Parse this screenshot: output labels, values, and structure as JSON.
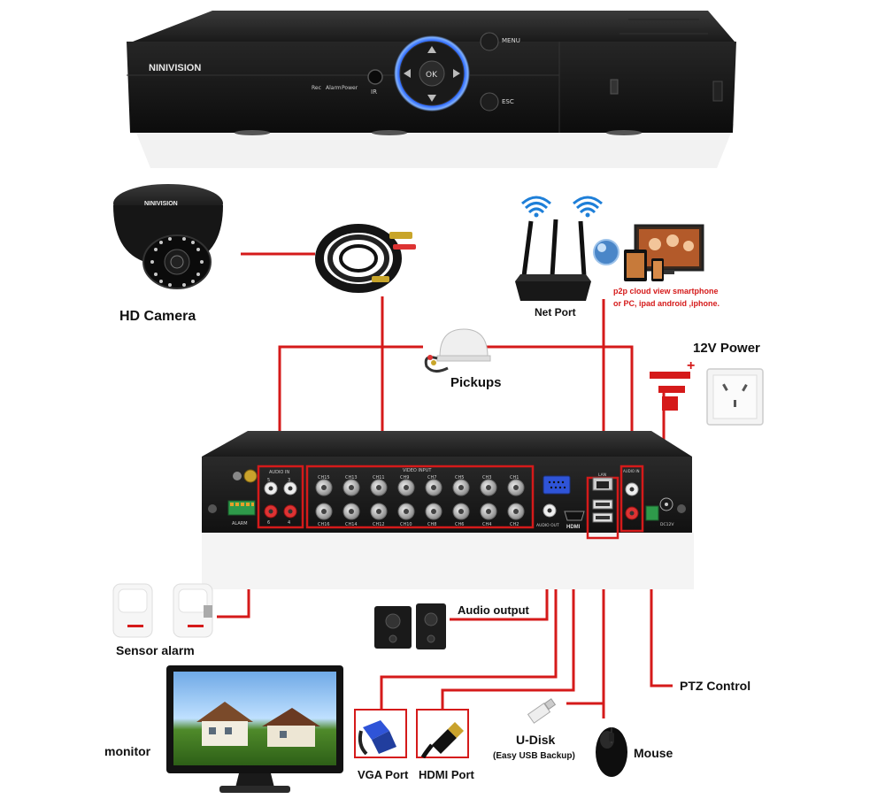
{
  "colors": {
    "wire": "#d51a1a",
    "device_body": "#1c1c1c",
    "device_face": "#101010",
    "ring": "#2f6bff",
    "background": "#ffffff"
  },
  "front_panel": {
    "brand": "NINIVISION",
    "indicators": [
      "Rec",
      "Alarm",
      "Power"
    ],
    "ir_label": "IR",
    "ok_label": "OK",
    "menu_label": "MENU",
    "esc_label": "ESC"
  },
  "camera": {
    "brand": "NINIVISION",
    "label": "HD Camera"
  },
  "pickups": {
    "label": "Pickups"
  },
  "router": {
    "label": "Net Port"
  },
  "cloud": {
    "line1": "p2p cloud  view smartphone",
    "line2": "or PC, ipad android ,iphone."
  },
  "power": {
    "label": "12V Power",
    "plus": "+"
  },
  "rear_panel": {
    "audio_in_label": "AUDIO IN",
    "video_input_label": "VIDEO INPUT",
    "alarm_label": "ALARM",
    "audio_out_label": "AUDIO OUT",
    "hdmi_label": "HDMI",
    "dc_label": "DC12V",
    "lan_label": "LAN",
    "audio_in_right_label": "AUDIO IN",
    "channels_top": [
      "CH15",
      "CH13",
      "CH11",
      "CH9",
      "CH7",
      "CH5",
      "CH3",
      "CH1"
    ],
    "channels_bottom": [
      "CH16",
      "CH14",
      "CH12",
      "CH10",
      "CH8",
      "CH6",
      "CH4",
      "CH2"
    ],
    "audio_in_numbers": [
      "5",
      "3",
      "6",
      "4"
    ]
  },
  "peripherals": {
    "audio_output": "Audio output",
    "sensor_alarm": "Sensor alarm",
    "ptz_control": "PTZ Control",
    "monitor": "monitor",
    "vga_port": "VGA Port",
    "hdmi_port": "HDMI Port",
    "udisk": "U-Disk",
    "udisk_sub": "(Easy USB Backup)",
    "mouse": "Mouse"
  }
}
